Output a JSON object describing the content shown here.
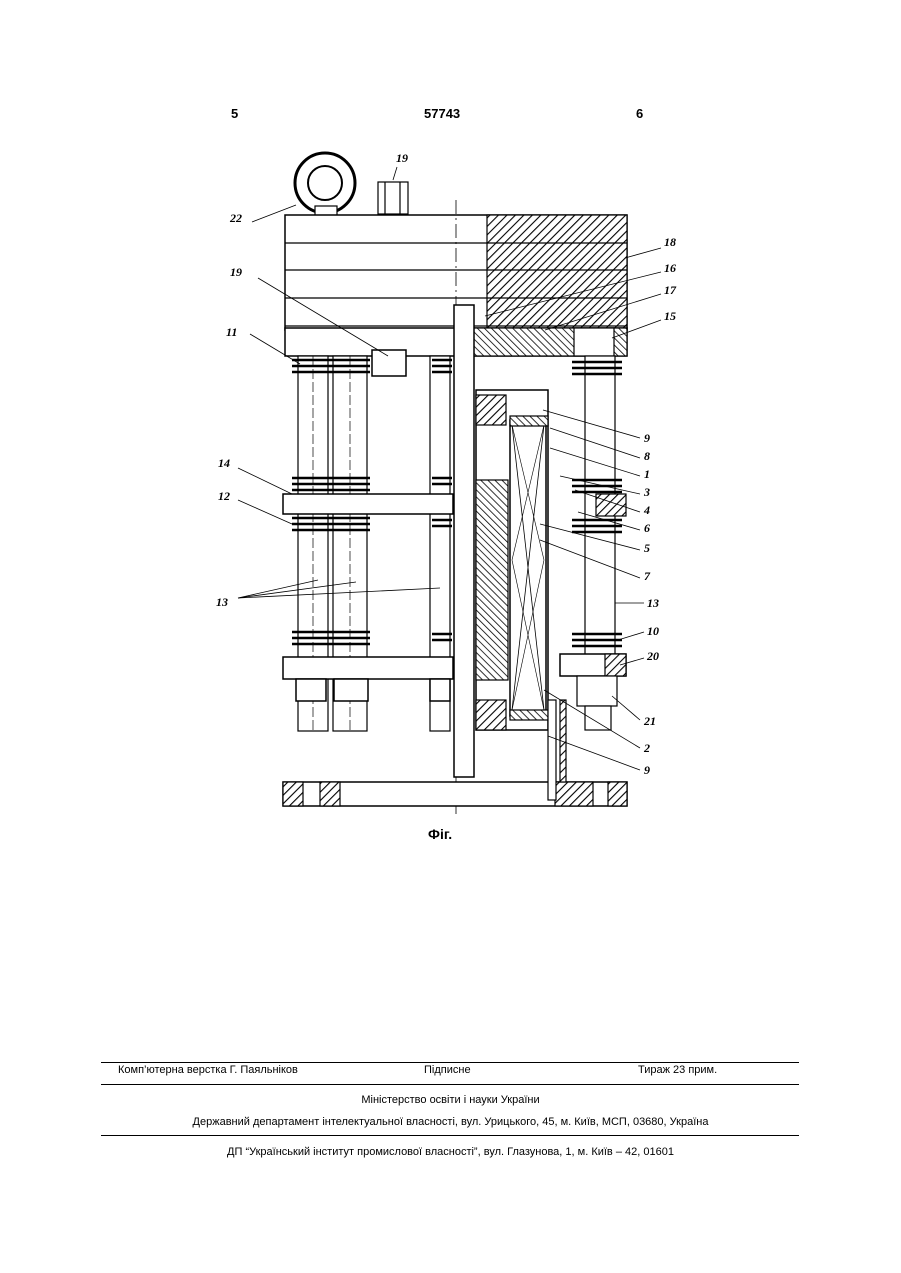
{
  "header": {
    "left_page": "5",
    "patent_number": "57743",
    "right_page": "6"
  },
  "figure": {
    "caption": "Фіг.",
    "labels": [
      {
        "id": "l19a",
        "text": "19"
      },
      {
        "id": "l22",
        "text": "22"
      },
      {
        "id": "l19b",
        "text": "19"
      },
      {
        "id": "l18",
        "text": "18"
      },
      {
        "id": "l16",
        "text": "16"
      },
      {
        "id": "l17",
        "text": "17"
      },
      {
        "id": "l15",
        "text": "15"
      },
      {
        "id": "l11",
        "text": "11"
      },
      {
        "id": "l14",
        "text": "14"
      },
      {
        "id": "l12",
        "text": "12"
      },
      {
        "id": "l13a",
        "text": "13"
      },
      {
        "id": "l9a",
        "text": "9"
      },
      {
        "id": "l8",
        "text": "8"
      },
      {
        "id": "l1",
        "text": "1"
      },
      {
        "id": "l3",
        "text": "3"
      },
      {
        "id": "l4",
        "text": "4"
      },
      {
        "id": "l6",
        "text": "6"
      },
      {
        "id": "l5",
        "text": "5"
      },
      {
        "id": "l7",
        "text": "7"
      },
      {
        "id": "l13b",
        "text": "13"
      },
      {
        "id": "l10",
        "text": "10"
      },
      {
        "id": "l20",
        "text": "20"
      },
      {
        "id": "l21",
        "text": "21"
      },
      {
        "id": "l2",
        "text": "2"
      },
      {
        "id": "l9b",
        "text": "9"
      }
    ]
  },
  "footer": {
    "typesetting": "Комп’ютерна верстка Г. Паяльніков",
    "signed": "Підписне",
    "circulation": "Тираж 23 прим.",
    "ministry": "Міністерство освіти і науки України",
    "department": "Державний департамент інтелектуальної власності, вул. Урицького, 45, м. Київ, МСП, 03680, Україна",
    "institute": "ДП “Український інститут промислової власності”, вул. Глазунова, 1, м. Київ – 42, 01601"
  }
}
